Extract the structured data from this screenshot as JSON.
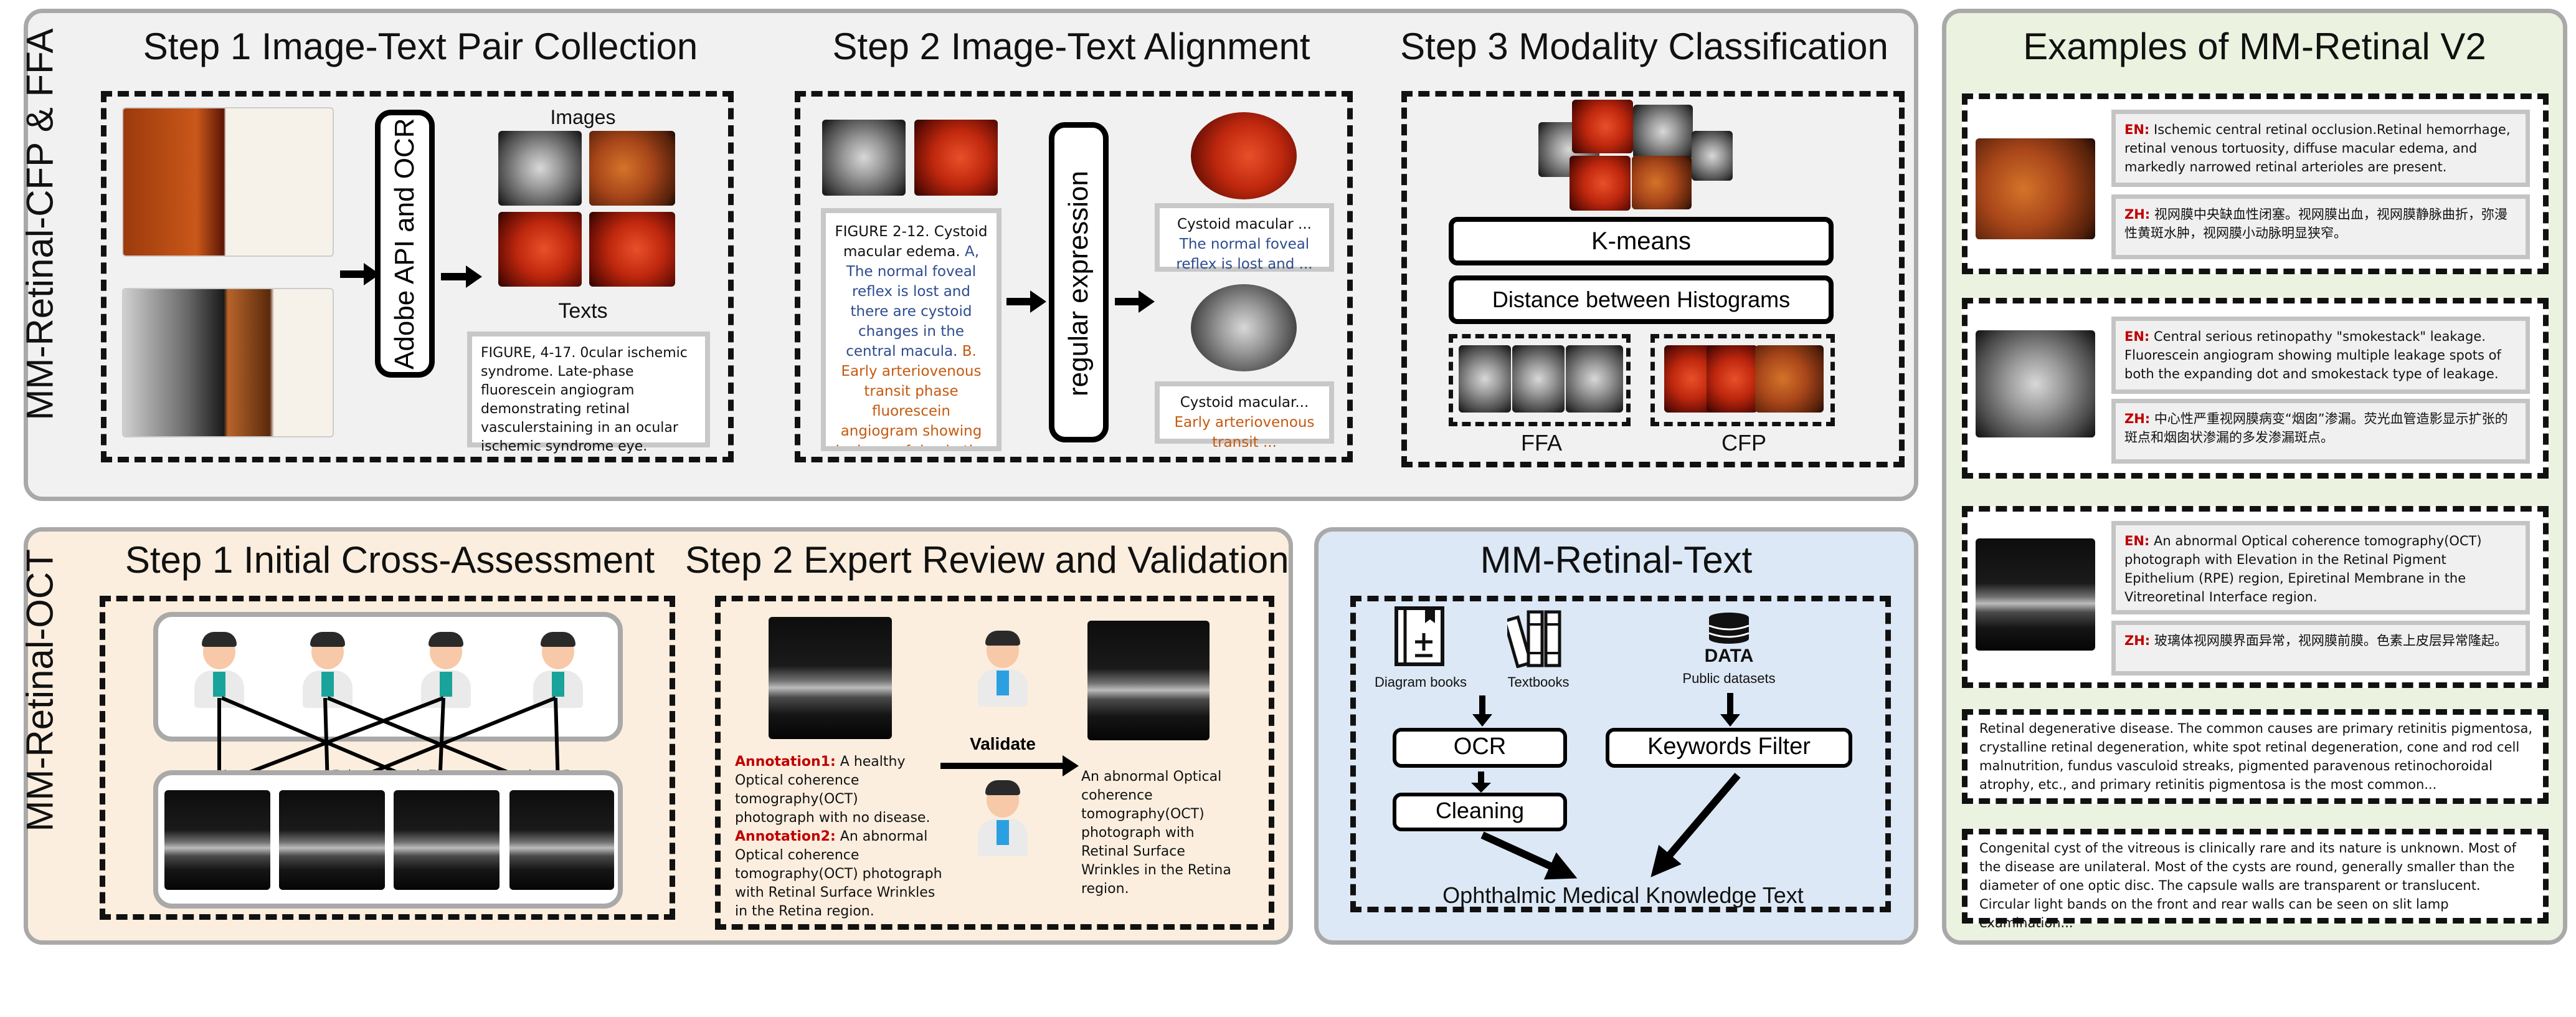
{
  "top_section": {
    "side_label": "MM-Retinal-CFP & FFA",
    "step1": {
      "title": "Step 1 Image-Text Pair Collection",
      "ocr_label": "Adobe API and OCR",
      "images_label": "Images",
      "texts_label": "Texts",
      "text_box": "FIGURE, 4-17. 0cular ischemic syndrome. Late-phase fluorescein angiogram demonstrating retinal vasculerstaining in an ocular ischemic syndrome eye."
    },
    "step2": {
      "title": "Step 2 Image-Text Alignment",
      "regex_label": "regular expression",
      "caption_black": "FIGURE 2-12. Cystoid macular edema.",
      "caption_a": "A, The normal foveal reflex is lost and there are cystoid changes in the central macula.",
      "caption_b": "B. Early arteriovenous transit phase fluorescein angiogram showing leakage of dye in the perifoveal area.",
      "out1_black": "Cystoid macular ...",
      "out1_blue": "The normal foveal reflex is lost and ...",
      "out2_black": "Cystoid macular...",
      "out2_orange": "Early arteriovenous transit ..."
    },
    "step3": {
      "title": "Step 3 Modality Classification",
      "kmeans": "K-means",
      "histograms": "Distance between Histograms",
      "ffa_label": "FFA",
      "cfp_label": "CFP"
    }
  },
  "oct_section": {
    "side_label": "MM-Retinal-OCT",
    "step1_title": "Step 1 Initial Cross-Assessment",
    "step2_title": "Step 2 Expert Review and Validation",
    "annotation1_label": "Annotation1:",
    "annotation1_text": "A healthy Optical coherence tomography(OCT) photograph with no disease.",
    "annotation2_label": "Annotation2:",
    "annotation2_text": "An abnormal Optical coherence tomography(OCT) photograph with Retinal Surface Wrinkles in the Retina region.",
    "validate_label": "Validate",
    "result_text": "An abnormal Optical coherence tomography(OCT) photograph with Retinal Surface Wrinkles in the Retina region."
  },
  "text_section": {
    "title": "MM-Retinal-Text",
    "diagram_books": "Diagram books",
    "textbooks": "Textbooks",
    "data_icon_label": "DATA",
    "public_datasets": "Public datasets",
    "ocr": "OCR",
    "keywords_filter": "Keywords Filter",
    "cleaning": "Cleaning",
    "output": "Ophthalmic Medical Knowledge Text"
  },
  "examples": {
    "title": "Examples of MM-Retinal V2",
    "en_label": "EN:",
    "zh_label": "ZH:",
    "items": [
      {
        "en": "Ischemic central retinal occlusion.Retinal hemorrhage, retinal venous tortuosity, diffuse macular edema, and markedly narrowed retinal arterioles are present.",
        "zh": "视网膜中央缺血性闭塞。视网膜出血，视网膜静脉曲折，弥漫性黄斑水肿，视网膜小动脉明显狭窄。"
      },
      {
        "en": "Central serious retinopathy \"smokestack\" leakage. Fluorescein angiogram showing multiple leakage spots of both the expanding dot and smokestack type of leakage.",
        "zh": "中心性严重视网膜病变“烟囱”渗漏。荧光血管造影显示扩张的斑点和烟囱状渗漏的多发渗漏斑点。"
      },
      {
        "en": "An abnormal Optical coherence tomography(OCT) photograph with Elevation in the Retinal Pigment Epithelium (RPE) region, Epiretinal Membrane in the Vitreoretinal Interface region.",
        "zh": "玻璃体视网膜界面异常，视网膜前膜。色素上皮层异常隆起。"
      }
    ],
    "text1": "Retinal degenerative disease. The common causes are primary retinitis pigmentosa, crystalline retinal degeneration, white spot retinal degeneration, cone and rod cell malnutrition, fundus vasculoid streaks, pigmented paravenous retinochoroidal atrophy, etc., and primary retinitis pigmentosa is the most common...",
    "text2": "Congenital cyst of the vitreous is clinically rare and its nature is unknown. Most of the disease are unilateral. Most of the cysts are round, generally smaller than the diameter of one optic disc. The capsule walls are transparent or translucent. Circular light bands on the front and rear walls can be seen on slit lamp examination..."
  },
  "colors": {
    "panel_gray": "#f2f1f1",
    "panel_orange": "#fbeede",
    "panel_blue": "#dce8f5",
    "panel_green": "#ebf2df",
    "caption_blue": "#2e4c8e",
    "caption_orange": "#c45a10",
    "label_red": "#c00000"
  }
}
